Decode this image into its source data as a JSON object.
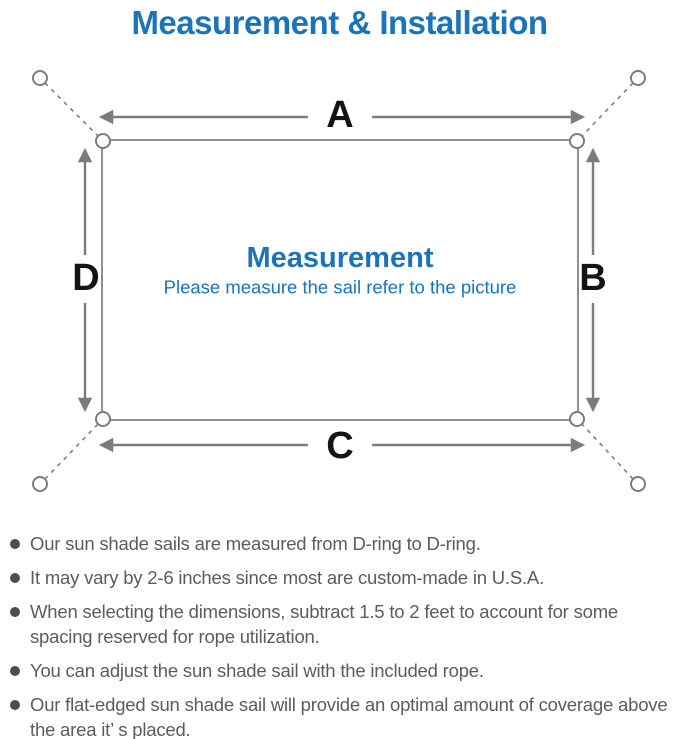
{
  "page": {
    "title": "Measurement & Installation"
  },
  "diagram": {
    "labels": {
      "top": "A",
      "right": "B",
      "bottom": "C",
      "left": "D"
    },
    "center_title": "Measurement",
    "center_subtitle": "Please measure the sail refer to the picture",
    "colors": {
      "accent_blue": "#1b74ba",
      "line_gray": "#7c7c7c",
      "border_gray": "#909090",
      "label_black": "#141414",
      "body_text_gray": "#5c5c5c"
    }
  },
  "notes": {
    "items": [
      "Our sun shade sails are measured from D-ring to D-ring.",
      "It may vary by 2-6 inches since most are custom-made in U.S.A.",
      "When selecting the dimensions, subtract 1.5 to 2 feet to account for some spacing reserved for rope utilization.",
      "You can adjust the sun shade sail with the included rope.",
      "Our flat-edged sun shade sail will provide an optimal amount of coverage above the area it’ s placed."
    ]
  }
}
